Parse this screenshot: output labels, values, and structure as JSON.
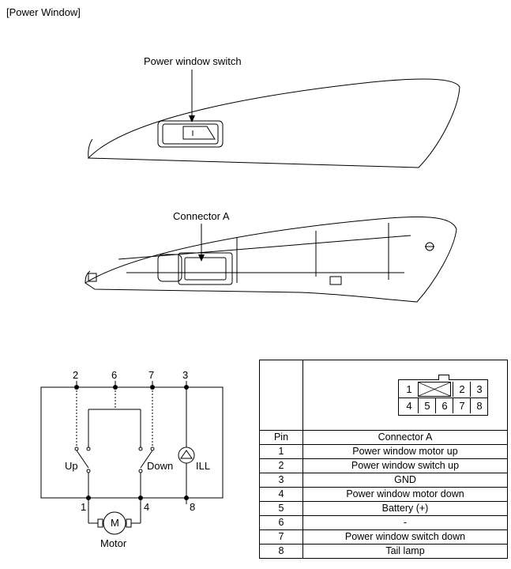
{
  "page": {
    "title": "[Power Window]"
  },
  "callouts": {
    "switch": "Power window switch",
    "connector": "Connector A"
  },
  "schematic": {
    "top_pins": [
      "2",
      "6",
      "7",
      "3"
    ],
    "bottom_pins": [
      "1",
      "4",
      "8"
    ],
    "labels": {
      "up": "Up",
      "down": "Down",
      "ill": "ILL",
      "motor_symbol": "M",
      "motor": "Motor"
    }
  },
  "connector_face": {
    "top_row": [
      "1",
      "",
      "2",
      "3"
    ],
    "bottom_row": [
      "4",
      "5",
      "6",
      "7",
      "8"
    ]
  },
  "pin_table": {
    "headers": [
      "Pin",
      "Connector A"
    ],
    "rows": [
      {
        "pin": "1",
        "desc": "Power window motor up"
      },
      {
        "pin": "2",
        "desc": "Power window switch up"
      },
      {
        "pin": "3",
        "desc": "GND"
      },
      {
        "pin": "4",
        "desc": "Power window motor down"
      },
      {
        "pin": "5",
        "desc": "Battery (+)"
      },
      {
        "pin": "6",
        "desc": "-"
      },
      {
        "pin": "7",
        "desc": "Power window switch down"
      },
      {
        "pin": "8",
        "desc": "Tail lamp"
      }
    ]
  }
}
